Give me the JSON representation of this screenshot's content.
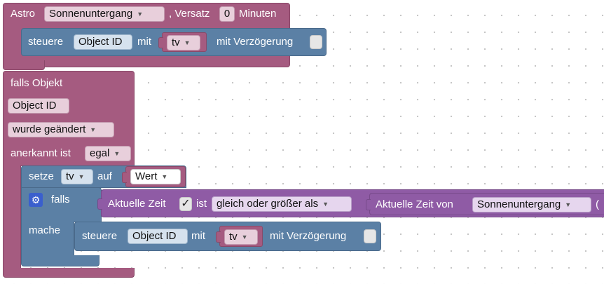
{
  "astro_block": {
    "label": "Astro",
    "event_value": "Sonnenuntergang",
    "offset_label": ", Versatz",
    "offset_value": "0",
    "unit_label": "Minuten"
  },
  "control_1": {
    "label_control": "steuere",
    "object_id": "Object ID",
    "label_with": "mit",
    "var_value": "tv",
    "delay_label": "mit Verzögerung"
  },
  "trigger_block": {
    "label": "falls Objekt",
    "object_id": "Object ID",
    "condition_value": "wurde geändert",
    "ack_label": "anerkannt ist",
    "ack_value": "egal"
  },
  "set_block": {
    "label_set": "setze",
    "var_value": "tv",
    "label_to": "auf",
    "value_field": "Wert"
  },
  "if_block": {
    "label_if": "falls",
    "label_do": "mache"
  },
  "compare_block": {
    "time_label": "Aktuelle Zeit",
    "checkbox_mark": "✓",
    "label_is": "ist",
    "operator_value": "gleich oder größer als",
    "time_of_label": "Aktuelle Zeit von",
    "event_value": "Sonnenuntergang",
    "trailing_fragment": "("
  },
  "control_2": {
    "label_control": "steuere",
    "object_id": "Object ID",
    "label_with": "mit",
    "var_value": "tv",
    "delay_label": "mit Verzögerung"
  },
  "icons": {
    "dropdown": "dropdown-arrow-icon",
    "gear": "gear-icon"
  },
  "colors": {
    "event_block": "#a55b80",
    "control_block": "#5b80a5",
    "logic_block": "#8f5ba5"
  }
}
